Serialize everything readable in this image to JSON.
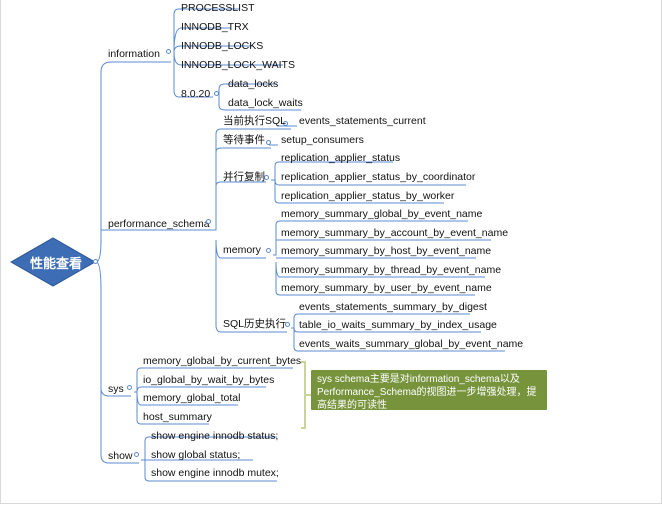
{
  "root": {
    "label": "性能查看"
  },
  "information": {
    "label": "information",
    "items": [
      "PROCESSLIST",
      "INNODB_TRX",
      "INNODB_LOCKS",
      "INNODB_LOCK_WAITS"
    ],
    "version": {
      "label": "8.0.20",
      "items": [
        "data_locks",
        "data_lock_waits"
      ]
    }
  },
  "performance_schema": {
    "label": "performance_schema",
    "groups": [
      {
        "label": "当前执行SQL",
        "items": [
          "events_statements_current"
        ]
      },
      {
        "label": "等待事件",
        "items": [
          "setup_consumers"
        ]
      },
      {
        "label": "并行复制",
        "items": [
          "replication_applier_status",
          "replication_applier_status_by_coordinator",
          "replication_applier_status_by_worker"
        ]
      },
      {
        "label": "memory",
        "items": [
          "memory_summary_global_by_event_name",
          "memory_summary_by_account_by_event_name",
          "memory_summary_by_host_by_event_name",
          "memory_summary_by_thread_by_event_name",
          "memory_summary_by_user_by_event_name"
        ]
      },
      {
        "label": "SQL历史执行",
        "items": [
          "events_statements_summary_by_digest",
          "table_io_waits_summary_by_index_usage",
          "events_waits_summary_global_by_event_name"
        ]
      }
    ]
  },
  "sys": {
    "label": "sys",
    "items": [
      "memory_global_by_current_bytes",
      "io_global_by_wait_by_bytes",
      "memory_global_total",
      "host_summary"
    ],
    "note": "sys schema主要是对information_schema以及Performance_Schema的视图进一步增强处理，提高结果的可读性"
  },
  "show": {
    "label": "show",
    "items": [
      "show engine innodb status;",
      "show global status;",
      "show engine innodb mutex;"
    ]
  },
  "colors": {
    "root_fill": "#3d6db5",
    "line": "#5b8bd0",
    "note_fill": "#77943c",
    "bracket": "#c9d49a"
  }
}
